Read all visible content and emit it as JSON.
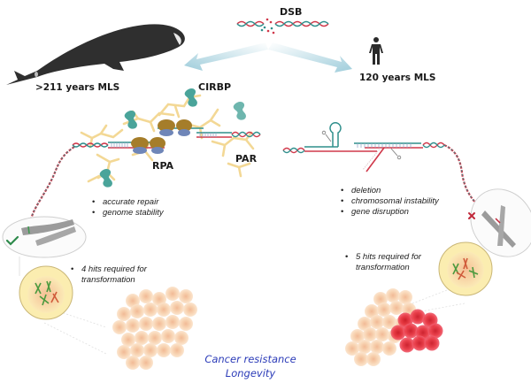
{
  "figure": {
    "top": {
      "dsb_label": "DSB"
    },
    "whale_side": {
      "organism": "bowhead whale",
      "mls_label": ">211 years MLS",
      "protein_labels": {
        "cirbp": "CIRBP",
        "rpa": "RPA",
        "par": "PAR"
      },
      "outcomes": [
        "accurate repair",
        "genome stability"
      ],
      "chromosome_status": "check",
      "hits_note": [
        "4 hits required for",
        "transformation"
      ]
    },
    "human_side": {
      "organism": "human",
      "mls_label": "120 years MLS",
      "outcomes": [
        "deletion",
        "chromosomal instability",
        "gene disruption"
      ],
      "chromosome_status": "cross",
      "hits_note": [
        "5 hits required for",
        "transformation"
      ]
    },
    "conclusion": {
      "line1": "Cancer resistance",
      "line2": "Longevity"
    },
    "colors": {
      "dna_red": "#d0384a",
      "dna_teal": "#2f8f8c",
      "par_yellow": "#f2d48a",
      "cirbp_teal": "#4aa49a",
      "rpa_brown": "#a57d2a",
      "arrow_blue": "#a9d3e0",
      "whale_dark": "#2f2f2f",
      "cell_peach": "#f6c9a2",
      "tumor_red": "#e52a37",
      "check_green": "#2e8a4b",
      "cross_red": "#c0283a",
      "conclusion_blue": "#2b3bb8"
    }
  }
}
